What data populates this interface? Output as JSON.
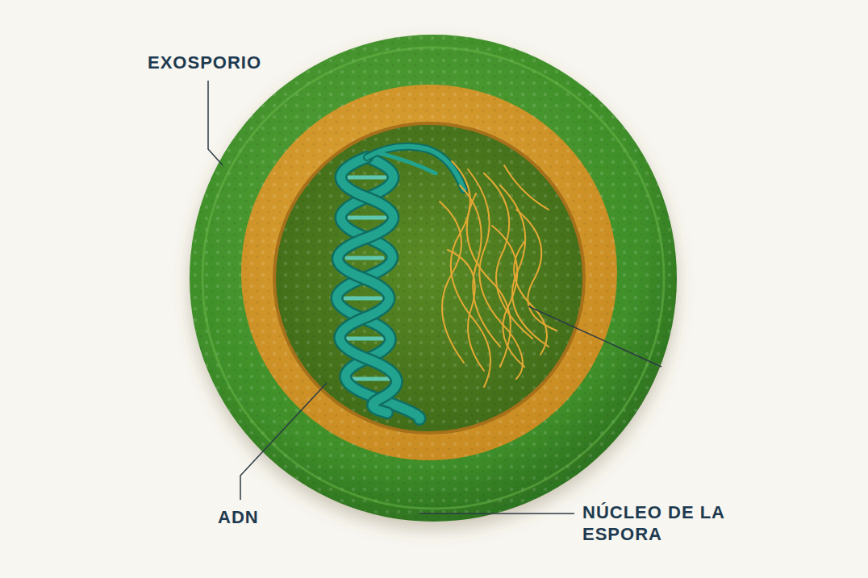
{
  "diagram": {
    "labels": [
      "EXOSPORIO",
      "ADN",
      "NÚCLEO DE LA ESPORA"
    ]
  }
}
